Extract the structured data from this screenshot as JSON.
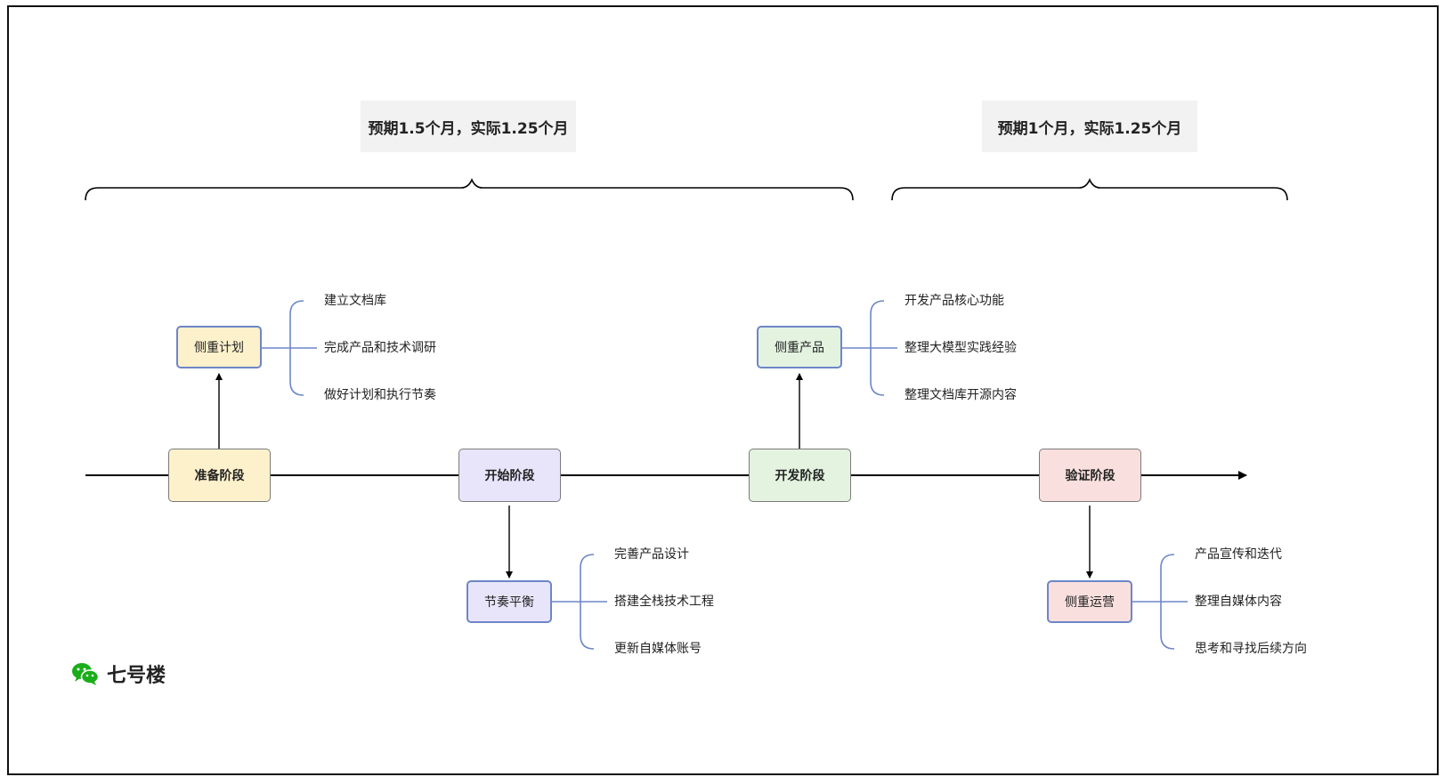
{
  "periods": [
    {
      "label": "预期1.5个月，实际1.25个月"
    },
    {
      "label": "预期1个月，实际1.25个月"
    }
  ],
  "stages": [
    {
      "label": "准备阶段",
      "fill": "#fdf1cc"
    },
    {
      "label": "开始阶段",
      "fill": "#e8e5fb"
    },
    {
      "label": "开发阶段",
      "fill": "#e3f3e0"
    },
    {
      "label": "验证阶段",
      "fill": "#f9e0de"
    }
  ],
  "focus": [
    {
      "label": "侧重计划",
      "fill": "#fdf1cc",
      "items": [
        "建立文档库",
        "完成产品和技术调研",
        "做好计划和执行节奏"
      ]
    },
    {
      "label": "节奏平衡",
      "fill": "#e8e5fb",
      "items": [
        "完善产品设计",
        "搭建全栈技术工程",
        "更新自媒体账号"
      ]
    },
    {
      "label": "侧重产品",
      "fill": "#e3f3e0",
      "items": [
        "开发产品核心功能",
        "整理大模型实践经验",
        "整理文档库开源内容"
      ]
    },
    {
      "label": "侧重运营",
      "fill": "#f9e0de",
      "items": [
        "产品宣传和迭代",
        "整理自媒体内容",
        "思考和寻找后续方向"
      ]
    }
  ],
  "brand": {
    "name": "七号楼",
    "icon": "wechat-icon",
    "icon_color": "#1aad19"
  },
  "colors": {
    "timeline": "#000000",
    "branch": "#6d86c8",
    "period_bg": "#f2f2f2"
  }
}
